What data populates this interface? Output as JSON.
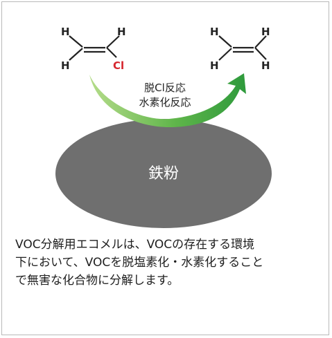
{
  "reactant": {
    "atoms": [
      "H",
      "H",
      "H",
      "Cl"
    ]
  },
  "product": {
    "atoms": [
      "H",
      "H",
      "H",
      "H"
    ]
  },
  "reaction": {
    "labels": [
      "脱Cl反応",
      "水素化反応"
    ]
  },
  "particle": {
    "label": "鉄粉"
  },
  "caption": {
    "lines": [
      "VOC分解用エコメルは、VOCの存在する環境",
      "下において、VOCを脱塩素化・水素化すること",
      "で無害な化合物に分解します。"
    ]
  },
  "colors": {
    "arrow_light": "#b5dc8a",
    "arrow_dark": "#2e9a3c",
    "chlorine": "#d6262e",
    "particle": "#6f6f6f",
    "frame_border": "#b9b9b9"
  }
}
